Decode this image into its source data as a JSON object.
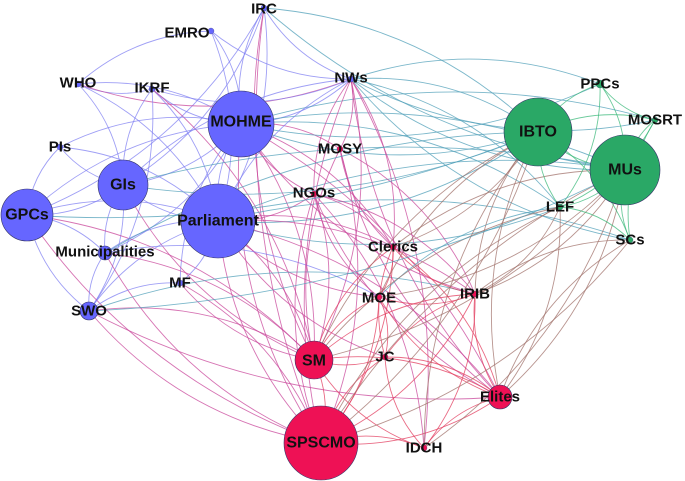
{
  "colors": {
    "blue_group": "#6666ff",
    "green_group": "#2aa866",
    "red_group": "#ee1155",
    "edge_blue": "#7f7ff2",
    "edge_teal": "#4f9fb8",
    "edge_magenta": "#c8449a",
    "edge_red": "#e23a5c",
    "edge_brown": "#a0706a",
    "edge_green": "#3ab87a",
    "label": "#111111",
    "background": "#ffffff"
  },
  "nodes": [
    {
      "id": "IRC",
      "label": "IRC",
      "group": "blue"
    },
    {
      "id": "EMRO",
      "label": "EMRO",
      "group": "blue"
    },
    {
      "id": "WHO",
      "label": "WHO",
      "group": "blue"
    },
    {
      "id": "IKRF",
      "label": "IKRF",
      "group": "blue"
    },
    {
      "id": "MOHME",
      "label": "MOHME",
      "group": "blue"
    },
    {
      "id": "PIs",
      "label": "PIs",
      "group": "blue"
    },
    {
      "id": "GIs",
      "label": "GIs",
      "group": "blue"
    },
    {
      "id": "GPCs",
      "label": "GPCs",
      "group": "blue"
    },
    {
      "id": "Parliament",
      "label": "Parliament",
      "group": "blue"
    },
    {
      "id": "Municipalities",
      "label": "Municipalities",
      "group": "blue"
    },
    {
      "id": "MF",
      "label": "MF",
      "group": "blue"
    },
    {
      "id": "SWO",
      "label": "SWO",
      "group": "blue"
    },
    {
      "id": "NWs",
      "label": "NWs",
      "group": "blue"
    },
    {
      "id": "MOSY",
      "label": "MOSY",
      "group": "red"
    },
    {
      "id": "NGOs",
      "label": "NGOs",
      "group": "red"
    },
    {
      "id": "Clerics",
      "label": "Clerics",
      "group": "red"
    },
    {
      "id": "MOE",
      "label": "MOE",
      "group": "red"
    },
    {
      "id": "IRIB",
      "label": "IRIB",
      "group": "red"
    },
    {
      "id": "SM",
      "label": "SM",
      "group": "red"
    },
    {
      "id": "JC",
      "label": "JC",
      "group": "red"
    },
    {
      "id": "Elites",
      "label": "Elites",
      "group": "red"
    },
    {
      "id": "SPSCMO",
      "label": "SPSCMO",
      "group": "red"
    },
    {
      "id": "IDCH",
      "label": "IDCH",
      "group": "red"
    },
    {
      "id": "PPCs",
      "label": "PPCs",
      "group": "green"
    },
    {
      "id": "IBTO",
      "label": "IBTO",
      "group": "green"
    },
    {
      "id": "MOSRT",
      "label": "MOSRT",
      "group": "green"
    },
    {
      "id": "MUs",
      "label": "MUs",
      "group": "green"
    },
    {
      "id": "LEF",
      "label": "LEF",
      "group": "green"
    },
    {
      "id": "SCs",
      "label": "SCs",
      "group": "green"
    }
  ],
  "edges": [
    [
      "IRC",
      "MOHME",
      "edge_blue"
    ],
    [
      "IRC",
      "Parliament",
      "edge_blue"
    ],
    [
      "IRC",
      "MUs",
      "edge_teal"
    ],
    [
      "IRC",
      "IBTO",
      "edge_teal"
    ],
    [
      "IRC",
      "SM",
      "edge_magenta"
    ],
    [
      "IRC",
      "GIs",
      "edge_blue"
    ],
    [
      "IRC",
      "NWs",
      "edge_blue"
    ],
    [
      "IRC",
      "GPCs",
      "edge_blue"
    ],
    [
      "IRC",
      "SPSCMO",
      "edge_magenta"
    ],
    [
      "EMRO",
      "MOHME",
      "edge_blue"
    ],
    [
      "EMRO",
      "WHO",
      "edge_blue"
    ],
    [
      "EMRO",
      "Parliament",
      "edge_blue"
    ],
    [
      "EMRO",
      "NWs",
      "edge_blue"
    ],
    [
      "WHO",
      "MOHME",
      "edge_blue"
    ],
    [
      "WHO",
      "IKRF",
      "edge_blue"
    ],
    [
      "WHO",
      "GIs",
      "edge_blue"
    ],
    [
      "WHO",
      "NWs",
      "edge_magenta"
    ],
    [
      "WHO",
      "Parliament",
      "edge_blue"
    ],
    [
      "IKRF",
      "MOHME",
      "edge_blue"
    ],
    [
      "IKRF",
      "Parliament",
      "edge_blue"
    ],
    [
      "IKRF",
      "GIs",
      "edge_blue"
    ],
    [
      "IKRF",
      "SWO",
      "edge_blue"
    ],
    [
      "IKRF",
      "NWs",
      "edge_blue"
    ],
    [
      "IKRF",
      "SM",
      "edge_magenta"
    ],
    [
      "MOHME",
      "Parliament",
      "edge_blue"
    ],
    [
      "MOHME",
      "GIs",
      "edge_blue"
    ],
    [
      "MOHME",
      "NWs",
      "edge_blue"
    ],
    [
      "MOHME",
      "MOSY",
      "edge_magenta"
    ],
    [
      "MOHME",
      "NGOs",
      "edge_magenta"
    ],
    [
      "MOHME",
      "Clerics",
      "edge_magenta"
    ],
    [
      "MOHME",
      "IBTO",
      "edge_teal"
    ],
    [
      "MOHME",
      "MUs",
      "edge_teal"
    ],
    [
      "MOHME",
      "SPSCMO",
      "edge_magenta"
    ],
    [
      "MOHME",
      "SM",
      "edge_magenta"
    ],
    [
      "MOHME",
      "GPCs",
      "edge_blue"
    ],
    [
      "MOHME",
      "Municipalities",
      "edge_blue"
    ],
    [
      "MOHME",
      "IRIB",
      "edge_magenta"
    ],
    [
      "MOHME",
      "MOSRT",
      "edge_teal"
    ],
    [
      "MOHME",
      "PPCs",
      "edge_teal"
    ],
    [
      "MOHME",
      "LEF",
      "edge_teal"
    ],
    [
      "MOHME",
      "MF",
      "edge_blue"
    ],
    [
      "MOHME",
      "Elites",
      "edge_magenta"
    ],
    [
      "PIs",
      "GIs",
      "edge_blue"
    ],
    [
      "PIs",
      "Parliament",
      "edge_blue"
    ],
    [
      "PIs",
      "GPCs",
      "edge_blue"
    ],
    [
      "PIs",
      "MOHME",
      "edge_blue"
    ],
    [
      "GIs",
      "Parliament",
      "edge_blue"
    ],
    [
      "GIs",
      "GPCs",
      "edge_blue"
    ],
    [
      "GIs",
      "Municipalities",
      "edge_blue"
    ],
    [
      "GIs",
      "SWO",
      "edge_blue"
    ],
    [
      "GIs",
      "SM",
      "edge_magenta"
    ],
    [
      "GIs",
      "NWs",
      "edge_blue"
    ],
    [
      "GIs",
      "IBTO",
      "edge_teal"
    ],
    [
      "GPCs",
      "Parliament",
      "edge_blue"
    ],
    [
      "GPCs",
      "SWO",
      "edge_blue"
    ],
    [
      "GPCs",
      "Municipalities",
      "edge_blue"
    ],
    [
      "GPCs",
      "SPSCMO",
      "edge_magenta"
    ],
    [
      "GPCs",
      "SM",
      "edge_magenta"
    ],
    [
      "Parliament",
      "Municipalities",
      "edge_blue"
    ],
    [
      "Parliament",
      "MF",
      "edge_blue"
    ],
    [
      "Parliament",
      "SWO",
      "edge_blue"
    ],
    [
      "Parliament",
      "SM",
      "edge_magenta"
    ],
    [
      "Parliament",
      "SPSCMO",
      "edge_magenta"
    ],
    [
      "Parliament",
      "NWs",
      "edge_blue"
    ],
    [
      "Parliament",
      "NGOs",
      "edge_magenta"
    ],
    [
      "Parliament",
      "Clerics",
      "edge_magenta"
    ],
    [
      "Parliament",
      "IBTO",
      "edge_teal"
    ],
    [
      "Parliament",
      "MUs",
      "edge_teal"
    ],
    [
      "Parliament",
      "LEF",
      "edge_teal"
    ],
    [
      "Parliament",
      "SCs",
      "edge_teal"
    ],
    [
      "Parliament",
      "MOE",
      "edge_magenta"
    ],
    [
      "Parliament",
      "IRIB",
      "edge_magenta"
    ],
    [
      "Parliament",
      "JC",
      "edge_magenta"
    ],
    [
      "Parliament",
      "Elites",
      "edge_magenta"
    ],
    [
      "Municipalities",
      "SWO",
      "edge_blue"
    ],
    [
      "Municipalities",
      "SM",
      "edge_magenta"
    ],
    [
      "Municipalities",
      "SPSCMO",
      "edge_magenta"
    ],
    [
      "Municipalities",
      "MOE",
      "edge_blue"
    ],
    [
      "MF",
      "SM",
      "edge_magenta"
    ],
    [
      "MF",
      "SPSCMO",
      "edge_magenta"
    ],
    [
      "MF",
      "SWO",
      "edge_blue"
    ],
    [
      "SWO",
      "SM",
      "edge_magenta"
    ],
    [
      "SWO",
      "SPSCMO",
      "edge_magenta"
    ],
    [
      "SWO",
      "IRIB",
      "edge_teal"
    ],
    [
      "SWO",
      "Elites",
      "edge_magenta"
    ],
    [
      "NWs",
      "MOSY",
      "edge_magenta"
    ],
    [
      "NWs",
      "NGOs",
      "edge_magenta"
    ],
    [
      "NWs",
      "IBTO",
      "edge_teal"
    ],
    [
      "NWs",
      "MUs",
      "edge_teal"
    ],
    [
      "NWs",
      "PPCs",
      "edge_teal"
    ],
    [
      "NWs",
      "MOSRT",
      "edge_teal"
    ],
    [
      "NWs",
      "SM",
      "edge_magenta"
    ],
    [
      "NWs",
      "SPSCMO",
      "edge_magenta"
    ],
    [
      "NWs",
      "Clerics",
      "edge_magenta"
    ],
    [
      "NWs",
      "Elites",
      "edge_magenta"
    ],
    [
      "NWs",
      "IDCH",
      "edge_magenta"
    ],
    [
      "NWs",
      "SCs",
      "edge_teal"
    ],
    [
      "NWs",
      "LEF",
      "edge_teal"
    ],
    [
      "MOSY",
      "SM",
      "edge_magenta"
    ],
    [
      "MOSY",
      "SPSCMO",
      "edge_magenta"
    ],
    [
      "MOSY",
      "Clerics",
      "edge_magenta"
    ],
    [
      "MOSY",
      "IRIB",
      "edge_magenta"
    ],
    [
      "MOSY",
      "Elites",
      "edge_magenta"
    ],
    [
      "NGOs",
      "SM",
      "edge_magenta"
    ],
    [
      "NGOs",
      "SPSCMO",
      "edge_magenta"
    ],
    [
      "NGOs",
      "Clerics",
      "edge_magenta"
    ],
    [
      "NGOs",
      "MOE",
      "edge_magenta"
    ],
    [
      "NGOs",
      "IRIB",
      "edge_magenta"
    ],
    [
      "NGOs",
      "Elites",
      "edge_magenta"
    ],
    [
      "NGOs",
      "IDCH",
      "edge_magenta"
    ],
    [
      "Clerics",
      "SM",
      "edge_red"
    ],
    [
      "Clerics",
      "SPSCMO",
      "edge_red"
    ],
    [
      "Clerics",
      "IRIB",
      "edge_red"
    ],
    [
      "Clerics",
      "MOE",
      "edge_red"
    ],
    [
      "Clerics",
      "JC",
      "edge_red"
    ],
    [
      "Clerics",
      "Elites",
      "edge_red"
    ],
    [
      "Clerics",
      "IBTO",
      "edge_brown"
    ],
    [
      "Clerics",
      "MUs",
      "edge_brown"
    ],
    [
      "MOE",
      "SM",
      "edge_red"
    ],
    [
      "MOE",
      "SPSCMO",
      "edge_red"
    ],
    [
      "MOE",
      "IRIB",
      "edge_red"
    ],
    [
      "MOE",
      "JC",
      "edge_red"
    ],
    [
      "MOE",
      "Elites",
      "edge_red"
    ],
    [
      "MOE",
      "IBTO",
      "edge_brown"
    ],
    [
      "MOE",
      "MUs",
      "edge_brown"
    ],
    [
      "MOE",
      "LEF",
      "edge_teal"
    ],
    [
      "IRIB",
      "SM",
      "edge_red"
    ],
    [
      "IRIB",
      "SPSCMO",
      "edge_red"
    ],
    [
      "IRIB",
      "Elites",
      "edge_red"
    ],
    [
      "IRIB",
      "IBTO",
      "edge_brown"
    ],
    [
      "IRIB",
      "MUs",
      "edge_brown"
    ],
    [
      "IRIB",
      "SCs",
      "edge_brown"
    ],
    [
      "IRIB",
      "LEF",
      "edge_brown"
    ],
    [
      "IRIB",
      "IDCH",
      "edge_red"
    ],
    [
      "IRIB",
      "JC",
      "edge_red"
    ],
    [
      "SM",
      "SPSCMO",
      "edge_red"
    ],
    [
      "SM",
      "JC",
      "edge_red"
    ],
    [
      "SM",
      "Elites",
      "edge_red"
    ],
    [
      "SM",
      "IDCH",
      "edge_red"
    ],
    [
      "SM",
      "IBTO",
      "edge_brown"
    ],
    [
      "SM",
      "MUs",
      "edge_brown"
    ],
    [
      "SM",
      "LEF",
      "edge_brown"
    ],
    [
      "JC",
      "SPSCMO",
      "edge_red"
    ],
    [
      "JC",
      "Elites",
      "edge_red"
    ],
    [
      "JC",
      "IDCH",
      "edge_red"
    ],
    [
      "Elites",
      "SPSCMO",
      "edge_red"
    ],
    [
      "Elites",
      "IDCH",
      "edge_red"
    ],
    [
      "Elites",
      "IBTO",
      "edge_brown"
    ],
    [
      "Elites",
      "MUs",
      "edge_brown"
    ],
    [
      "Elites",
      "SCs",
      "edge_brown"
    ],
    [
      "Elites",
      "LEF",
      "edge_brown"
    ],
    [
      "SPSCMO",
      "IDCH",
      "edge_red"
    ],
    [
      "SPSCMO",
      "IBTO",
      "edge_brown"
    ],
    [
      "SPSCMO",
      "MUs",
      "edge_brown"
    ],
    [
      "SPSCMO",
      "SCs",
      "edge_brown"
    ],
    [
      "SPSCMO",
      "LEF",
      "edge_brown"
    ],
    [
      "IDCH",
      "MUs",
      "edge_brown"
    ],
    [
      "IDCH",
      "IBTO",
      "edge_brown"
    ],
    [
      "PPCs",
      "IBTO",
      "edge_green"
    ],
    [
      "PPCs",
      "MUs",
      "edge_green"
    ],
    [
      "PPCs",
      "MOSRT",
      "edge_green"
    ],
    [
      "PPCs",
      "LEF",
      "edge_green"
    ],
    [
      "IBTO",
      "MUs",
      "edge_green"
    ],
    [
      "IBTO",
      "MOSRT",
      "edge_green"
    ],
    [
      "IBTO",
      "LEF",
      "edge_green"
    ],
    [
      "IBTO",
      "SCs",
      "edge_green"
    ],
    [
      "MOSRT",
      "MUs",
      "edge_green"
    ],
    [
      "MOSRT",
      "LEF",
      "edge_green"
    ],
    [
      "MOSRT",
      "SCs",
      "edge_green"
    ],
    [
      "MUs",
      "LEF",
      "edge_green"
    ],
    [
      "MUs",
      "SCs",
      "edge_green"
    ],
    [
      "LEF",
      "SCs",
      "edge_green"
    ],
    [
      "GPCs",
      "IBTO",
      "edge_teal"
    ],
    [
      "Municipalities",
      "IBTO",
      "edge_teal"
    ],
    [
      "SWO",
      "MUs",
      "edge_teal"
    ],
    [
      "GIs",
      "MUs",
      "edge_teal"
    ]
  ]
}
